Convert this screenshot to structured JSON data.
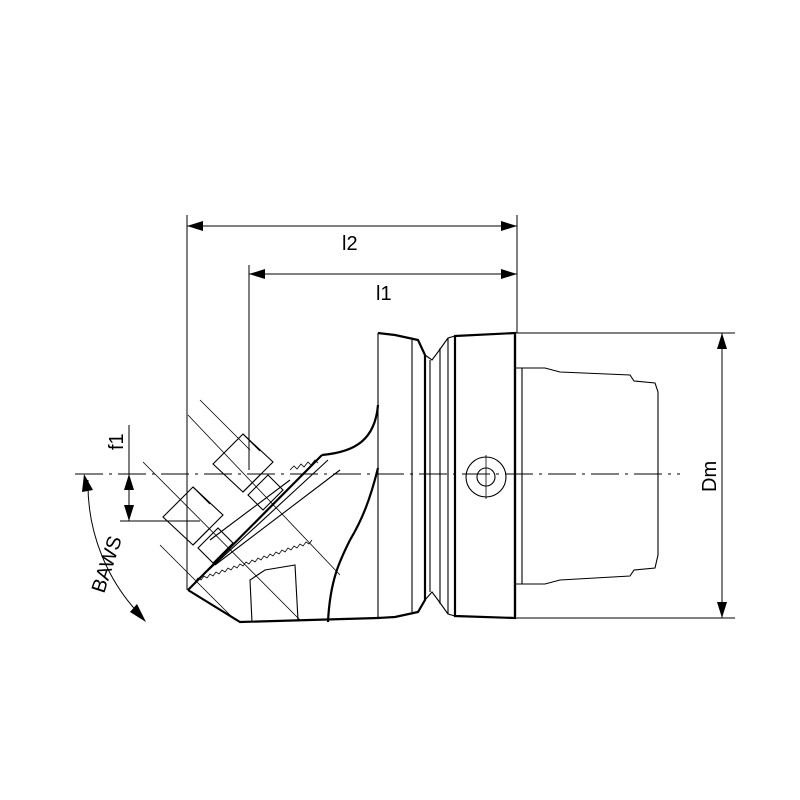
{
  "labels": {
    "l2": "l2",
    "l1": "l1",
    "f1": "f1",
    "dm": "Dm",
    "baws": "BAWS"
  },
  "colors": {
    "line": "#000000",
    "background": "#ffffff"
  }
}
